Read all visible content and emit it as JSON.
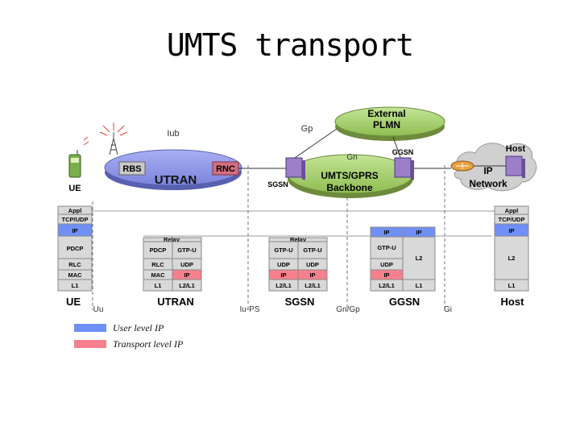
{
  "slide": {
    "title": "UMTS transport"
  },
  "network": {
    "external": "External",
    "plmn": "PLMN",
    "gp": "Gp",
    "gn": "Gn",
    "iub": "Iub",
    "rbs": "RBS",
    "rnc": "RNC",
    "utran": "UTRAN",
    "ue": "UE",
    "sgsn": "SGSN",
    "ggsn": "GGSN",
    "backbone_line1": "UMTS/GPRS",
    "backbone_line2": "Backbone",
    "host": "Host",
    "ip": "IP",
    "network": "Network"
  },
  "stack": {
    "appl": "Appl",
    "tcpudp": "TCP/UDP",
    "ip": "IP",
    "pdcp": "PDCP",
    "rlc": "RLC",
    "mac": "MAC",
    "l1": "L1",
    "relay": "Relay",
    "gtpu": "GTP-U",
    "udp": "UDP",
    "l2l1": "L2/L1",
    "l2": "L2"
  },
  "bottom": {
    "ue": "UE",
    "uu": "Uu",
    "utran": "UTRAN",
    "iups": "Iu-PS",
    "sgsn": "SGSN",
    "gngp": "Gn/Gp",
    "ggsn": "GGSN",
    "gi": "Gi",
    "host": "Host"
  },
  "legend": {
    "user": "User level IP",
    "transport": "Transport level IP"
  },
  "colors": {
    "user_ip": "#6f8ff7",
    "transport_ip": "#f7808c",
    "node": "#9b7fc8",
    "ellipse": "#8b94e8",
    "green": "#9bcc60",
    "gray": "#d9d9d9"
  }
}
